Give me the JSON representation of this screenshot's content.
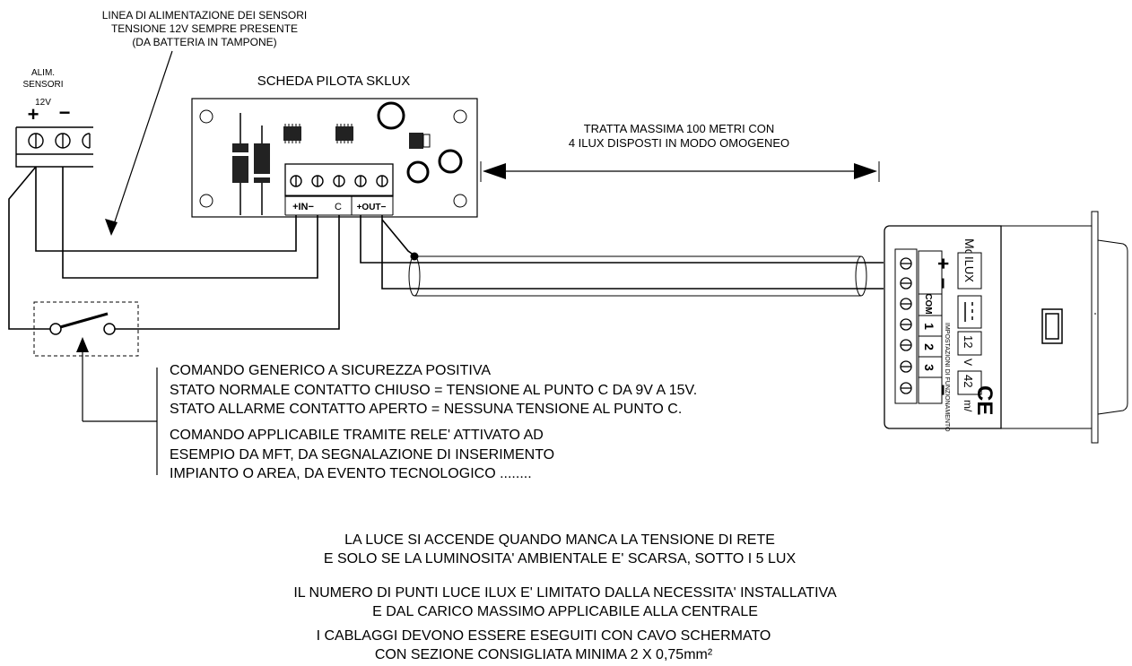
{
  "supply_note": {
    "lines": [
      "LINEA DI ALIMENTAZIONE DEI SENSORI",
      "TENSIONE 12V SEMPRE PRESENTE",
      "(DA BATTERIA IN TAMPONE)"
    ]
  },
  "supply_label": {
    "lines": [
      "ALIM.",
      "SENSORI",
      "12V"
    ],
    "plus": "+",
    "minus": "−"
  },
  "board": {
    "title": "SCHEDA PILOTA SKLUX",
    "in_label": "+IN−",
    "c_label": "C",
    "out_label": "+OUT−"
  },
  "distance_note": {
    "lines": [
      "TRATTA MASSIMA 100 METRI CON",
      "4 ILUX DISPOSTI IN MODO OMOGENEO"
    ]
  },
  "command_note": {
    "lines": [
      "COMANDO GENERICO A SICUREZZA POSITIVA",
      "STATO NORMALE CONTATTO CHIUSO = TENSIONE AL PUNTO C DA 9V A 15V.",
      "STATO ALLARME CONTATTO APERTO = NESSUNA TENSIONE AL PUNTO C.",
      "COMANDO APPLICABILE TRAMITE RELE' ATTIVATO AD",
      "ESEMPIO DA MFT, DA SEGNALAZIONE DI INSERIMENTO",
      "IMPIANTO O AREA, DA EVENTO TECNOLOGICO ........"
    ]
  },
  "device": {
    "model_prefix": "Mod.",
    "model_name": "ILUX",
    "voltage": "12",
    "voltage_unit": "V",
    "current": "42",
    "current_unit": "m/",
    "terminals": [
      "+",
      "−",
      "COM",
      "1",
      "2",
      "3",
      "−"
    ],
    "side_text_top": "IMPOSTAZIONI DI FUNZIONAMENTO",
    "ce_mark": "CE"
  },
  "bottom_notes": {
    "lines": [
      "LA LUCE SI ACCENDE QUANDO MANCA LA TENSIONE DI RETE",
      "E SOLO SE LA LUMINOSITA' AMBIENTALE E' SCARSA, SOTTO I 5 LUX",
      "IL NUMERO DI PUNTI LUCE ILUX E' LIMITATO DALLA NECESSITA' INSTALLATIVA",
      "E DAL CARICO MASSIMO APPLICABILE ALLA CENTRALE",
      "I CABLAGGI DEVONO ESSERE ESEGUITI CON CAVO SCHERMATO",
      "CON SEZIONE CONSIGLIATA MINIMA 2 X 0,75mm²"
    ]
  }
}
